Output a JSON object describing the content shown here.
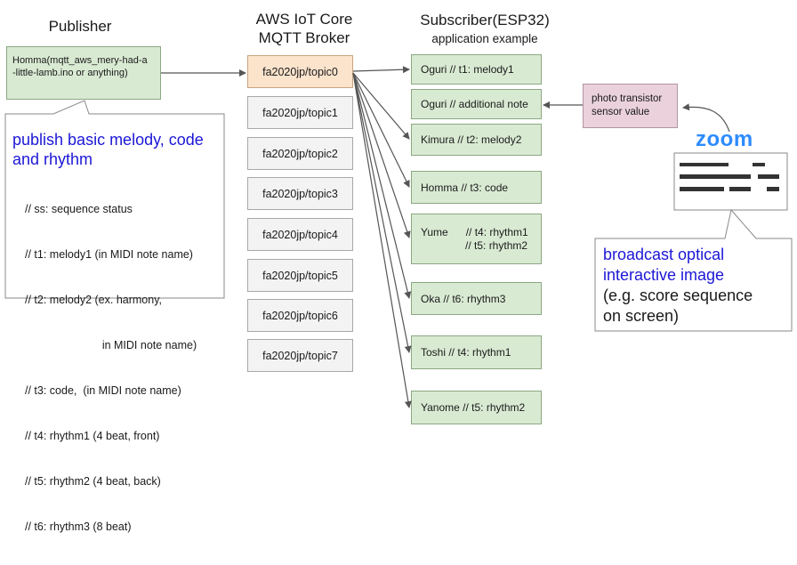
{
  "columns": {
    "publisher": {
      "title": "Publisher"
    },
    "broker": {
      "title_line1": "AWS IoT Core",
      "title_line2": "MQTT Broker"
    },
    "subscriber": {
      "title": "Subscriber(ESP32)",
      "subtitle": "application example"
    }
  },
  "publisher_box": {
    "line1": "Homma(mqtt_aws_mery-had-a",
    "line2": "-little-lamb.ino  or anything)"
  },
  "topics": [
    "fa2020jp/topic0",
    "fa2020jp/topic1",
    "fa2020jp/topic2",
    "fa2020jp/topic3",
    "fa2020jp/topic4",
    "fa2020jp/topic5",
    "fa2020jp/topic6",
    "fa2020jp/topic7"
  ],
  "subscribers": [
    {
      "text": "Oguri  // t1: melody1"
    },
    {
      "text": "Oguri // additional note"
    },
    {
      "text": "Kimura  // t2: melody2"
    },
    {
      "text": "Homma    // t3: code"
    },
    {
      "text": "Yume      // t4: rhythm1\n               // t5: rhythm2"
    },
    {
      "text": "Oka  // t6: rhythm3"
    },
    {
      "text": "Toshi    // t4: rhythm1"
    },
    {
      "text": "Yanome  // t5: rhythm2"
    }
  ],
  "sensor_box": {
    "line1": "photo transistor",
    "line2": "sensor value"
  },
  "publish_callout": {
    "heading_line1": "publish basic melody, code",
    "heading_line2": "and rhythm",
    "lines": [
      "// ss: sequence status",
      "// t1: melody1 (in MIDI note name)",
      "// t2: melody2 (ex. harmony,",
      "                         in MIDI note name)",
      "// t3: code,  (in MIDI note name)",
      "// t4: rhythm1 (4 beat, front)",
      "// t5: rhythm2 (4 beat, back)",
      "// t6: rhythm3 (8 beat)"
    ]
  },
  "zoom": {
    "logo": "zoom"
  },
  "broadcast_callout": {
    "line1": "broadcast optical",
    "line2": "interactive image",
    "line3": "(e.g. score sequence",
    "line4": "on screen)"
  },
  "colors": {
    "green_box": "#d9ead3",
    "topic_active": "#fbe3cc",
    "topic_idle": "#f3f3f3",
    "sensor_box": "#ead1dc",
    "callout_blue": "#1c17d6",
    "zoom_blue": "#2d8cff"
  }
}
